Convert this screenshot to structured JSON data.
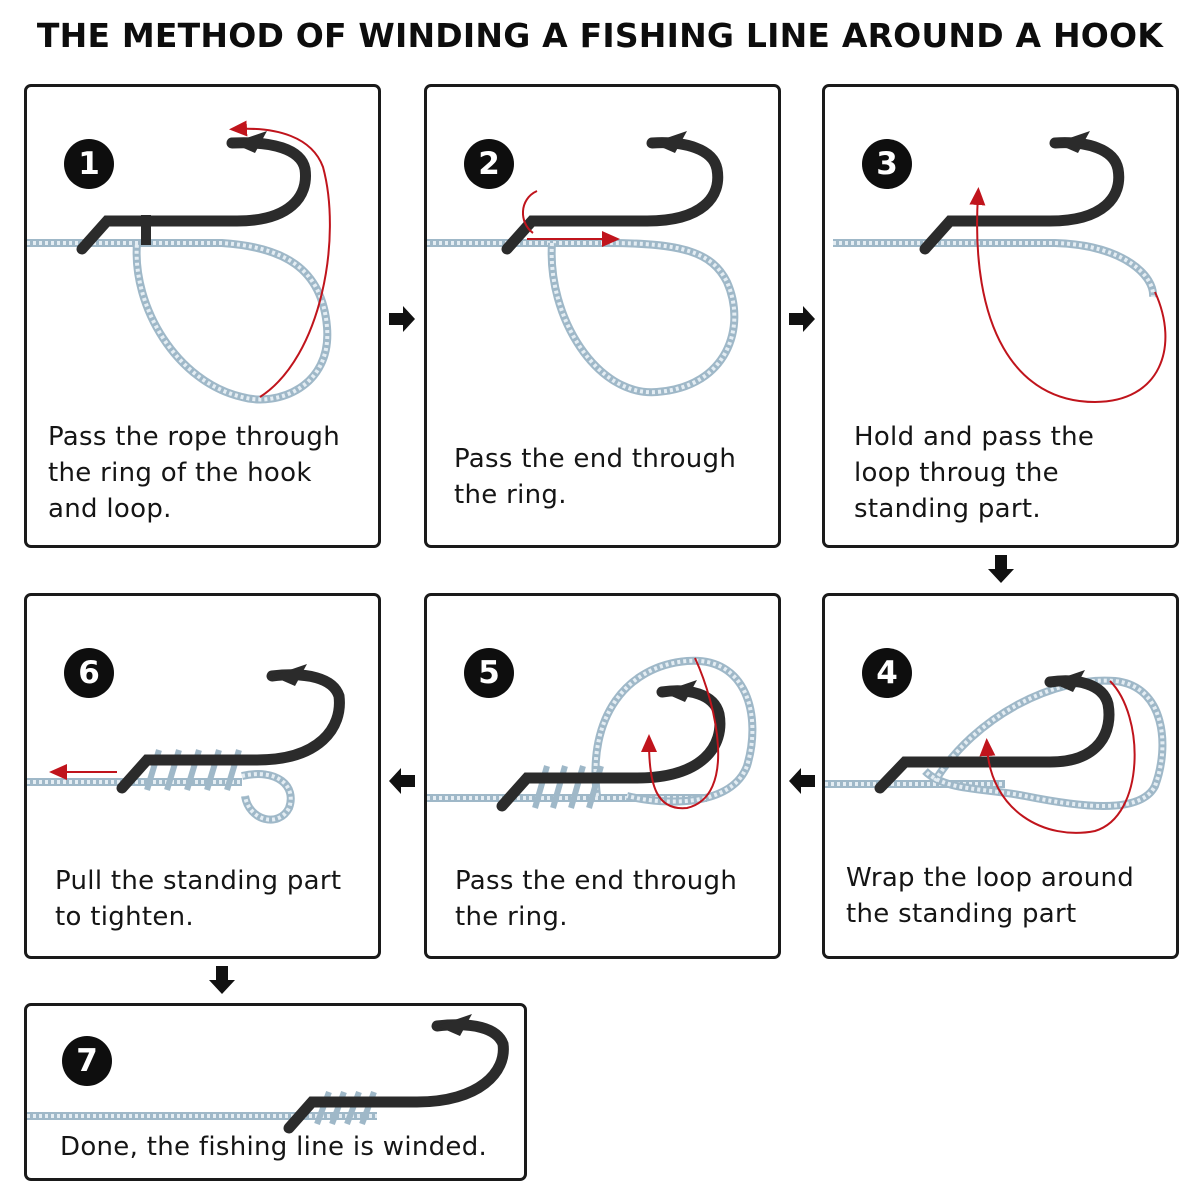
{
  "title": "THE METHOD OF WINDING A FISHING LINE AROUND A HOOK",
  "steps": [
    {
      "number": "1",
      "caption": "Pass the rope through\nthe ring of the hook\nand loop."
    },
    {
      "number": "2",
      "caption": "Pass the end through\nthe ring."
    },
    {
      "number": "3",
      "caption": "Hold and pass the\nloop throug the\nstanding part."
    },
    {
      "number": "4",
      "caption": "Wrap the loop around\nthe standing part"
    },
    {
      "number": "5",
      "caption": "Pass the end through\nthe ring."
    },
    {
      "number": "6",
      "caption": "Pull the standing part\nto tighten."
    },
    {
      "number": "7",
      "caption": "Done, the fishing line is winded."
    }
  ],
  "colors": {
    "hook": "#2b2b2b",
    "line": "#b9cdd9",
    "accent": "#c0141c",
    "border": "#1a1a1a"
  },
  "icons": {
    "flow_arrow": "block-arrow-icon",
    "hook": "fishing-hook-icon"
  }
}
